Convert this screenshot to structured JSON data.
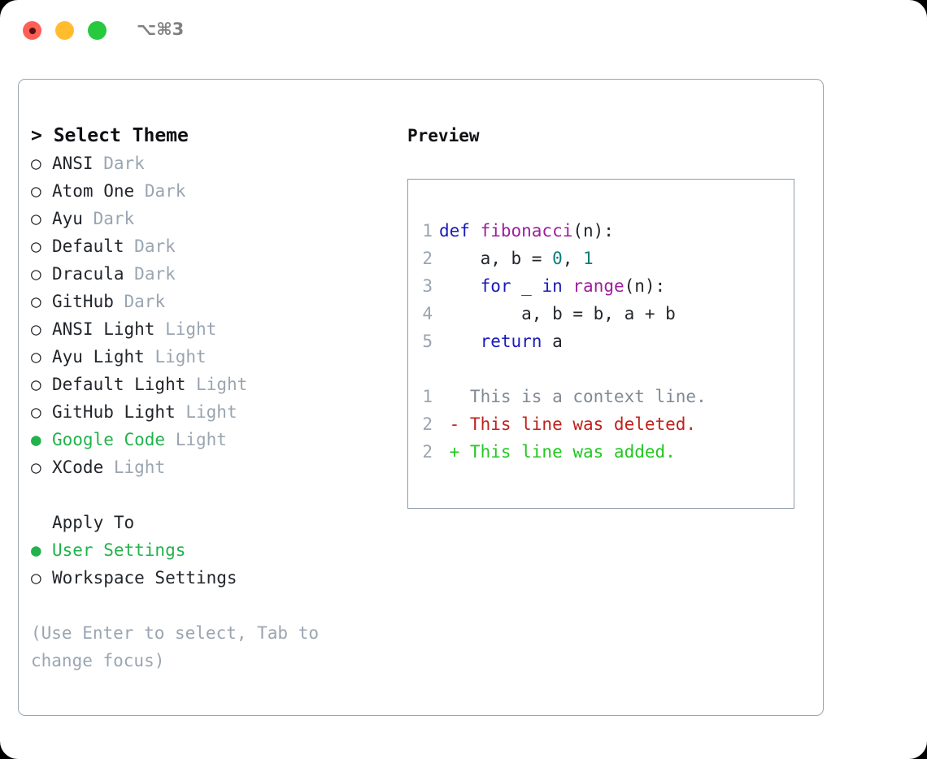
{
  "window": {
    "titlebar": {
      "dots": [
        {
          "name": "close-button",
          "color": "#ff5f56"
        },
        {
          "name": "minimize-button",
          "color": "#ffbd2e"
        },
        {
          "name": "maximize-button",
          "color": "#27c93f"
        }
      ],
      "shortcut": "⌥⌘3"
    }
  },
  "theme_selector": {
    "heading_caret": "> ",
    "heading": "Select Theme",
    "marker_selected": "●",
    "marker_unselected": "○",
    "items": [
      {
        "name": "ANSI",
        "variant": "Dark",
        "selected": false
      },
      {
        "name": "Atom One",
        "variant": "Dark",
        "selected": false
      },
      {
        "name": "Ayu",
        "variant": "Dark",
        "selected": false
      },
      {
        "name": "Default",
        "variant": "Dark",
        "selected": false
      },
      {
        "name": "Dracula",
        "variant": "Dark",
        "selected": false
      },
      {
        "name": "GitHub",
        "variant": "Dark",
        "selected": false
      },
      {
        "name": "ANSI Light",
        "variant": "Light",
        "selected": false
      },
      {
        "name": "Ayu Light",
        "variant": "Light",
        "selected": false
      },
      {
        "name": "Default Light",
        "variant": "Light",
        "selected": false
      },
      {
        "name": "GitHub Light",
        "variant": "Light",
        "selected": false
      },
      {
        "name": "Google Code",
        "variant": "Light",
        "selected": true
      },
      {
        "name": "XCode",
        "variant": "Light",
        "selected": false
      }
    ]
  },
  "apply_to": {
    "heading": "Apply To",
    "options": [
      {
        "name": "User Settings",
        "selected": true
      },
      {
        "name": "Workspace Settings",
        "selected": false
      }
    ]
  },
  "hint": "(Use Enter to select, Tab to change focus)",
  "preview": {
    "title": "Preview",
    "code_lines": [
      {
        "number": "1",
        "tokens": [
          {
            "text": "def ",
            "type": "kw"
          },
          {
            "text": "fibonacci",
            "type": "fn"
          },
          {
            "text": "(n):",
            "type": "txt"
          }
        ]
      },
      {
        "number": "2",
        "tokens": [
          {
            "text": "    a, b = ",
            "type": "txt"
          },
          {
            "text": "0",
            "type": "num"
          },
          {
            "text": ", ",
            "type": "txt"
          },
          {
            "text": "1",
            "type": "num"
          }
        ]
      },
      {
        "number": "3",
        "tokens": [
          {
            "text": "    ",
            "type": "txt"
          },
          {
            "text": "for",
            "type": "kw"
          },
          {
            "text": " _ ",
            "type": "txt"
          },
          {
            "text": "in",
            "type": "kw"
          },
          {
            "text": " ",
            "type": "txt"
          },
          {
            "text": "range",
            "type": "fn"
          },
          {
            "text": "(n):",
            "type": "txt"
          }
        ]
      },
      {
        "number": "4",
        "tokens": [
          {
            "text": "        a, b = b, a + b",
            "type": "txt"
          }
        ]
      },
      {
        "number": "5",
        "tokens": [
          {
            "text": "    ",
            "type": "txt"
          },
          {
            "text": "return",
            "type": "kw"
          },
          {
            "text": " a",
            "type": "txt"
          }
        ]
      }
    ],
    "diff_lines": [
      {
        "number": "1",
        "tokens": [
          {
            "text": "   This is a context line.",
            "type": "ctx"
          }
        ]
      },
      {
        "number": "2",
        "tokens": [
          {
            "text": " - This line was deleted.",
            "type": "del"
          }
        ]
      },
      {
        "number": "2",
        "tokens": [
          {
            "text": " + This line was added.",
            "type": "add"
          }
        ]
      }
    ]
  },
  "colors": {
    "accent_green": "#22b24c",
    "muted": "#9aa5b1",
    "keyword": "#1a1ab8",
    "function": "#9c1f9c",
    "number": "#0e7c7b",
    "deleted": "#c0211a",
    "added": "#22c722",
    "border": "#9aa5b1",
    "preview_border": "#8e9aab"
  }
}
